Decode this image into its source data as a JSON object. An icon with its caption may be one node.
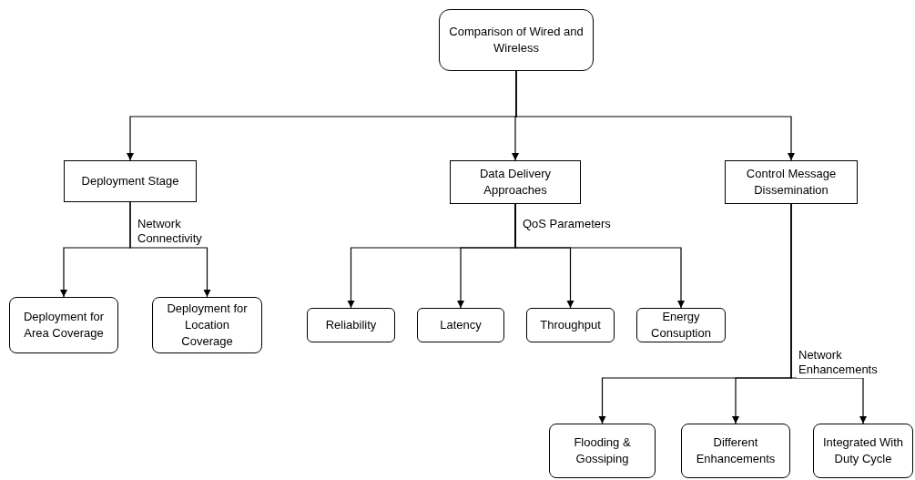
{
  "diagram": {
    "nodes": [
      {
        "text": [
          "Comparison of Wired and Wireless"
        ]
      },
      {
        "text": [
          "Deployment Stage"
        ]
      },
      {
        "text": [
          "Data Delivery Approaches"
        ]
      },
      {
        "text": [
          "Control Message Dissemination"
        ]
      },
      {
        "text": [
          "Deployment for Area Coverage"
        ]
      },
      {
        "text": [
          "Deployment for Location Coverage"
        ]
      },
      {
        "text": [
          "Reliability"
        ]
      },
      {
        "text": [
          "Latency"
        ]
      },
      {
        "text": [
          "Throughput"
        ]
      },
      {
        "text": [
          "Energy Consuption"
        ]
      },
      {
        "text": [
          "Flooding & Gossiping"
        ]
      },
      {
        "text": [
          "Different Enhancements"
        ]
      },
      {
        "text": [
          "Integrated With Duty Cycle"
        ]
      }
    ],
    "edges": [
      {
        "from": 0,
        "to": 1,
        "arrow": "to"
      },
      {
        "from": 0,
        "to": 2,
        "arrow": "to"
      },
      {
        "from": 0,
        "to": 3,
        "arrow": "to"
      },
      {
        "from": 1,
        "to": 4,
        "arrow": "to",
        "label": "Network Connectivity"
      },
      {
        "from": 1,
        "to": 5,
        "arrow": "to"
      },
      {
        "from": 2,
        "to": 6,
        "arrow": "to",
        "label": "QoS Parameters"
      },
      {
        "from": 2,
        "to": 7,
        "arrow": "to"
      },
      {
        "from": 2,
        "to": 8,
        "arrow": "to"
      },
      {
        "from": 2,
        "to": 9,
        "arrow": "to"
      },
      {
        "from": 3,
        "to": 10,
        "arrow": "to",
        "label": "Network Enhancements"
      },
      {
        "from": 3,
        "to": 11,
        "arrow": "to"
      },
      {
        "from": 3,
        "to": 12,
        "arrow": "to"
      }
    ]
  }
}
